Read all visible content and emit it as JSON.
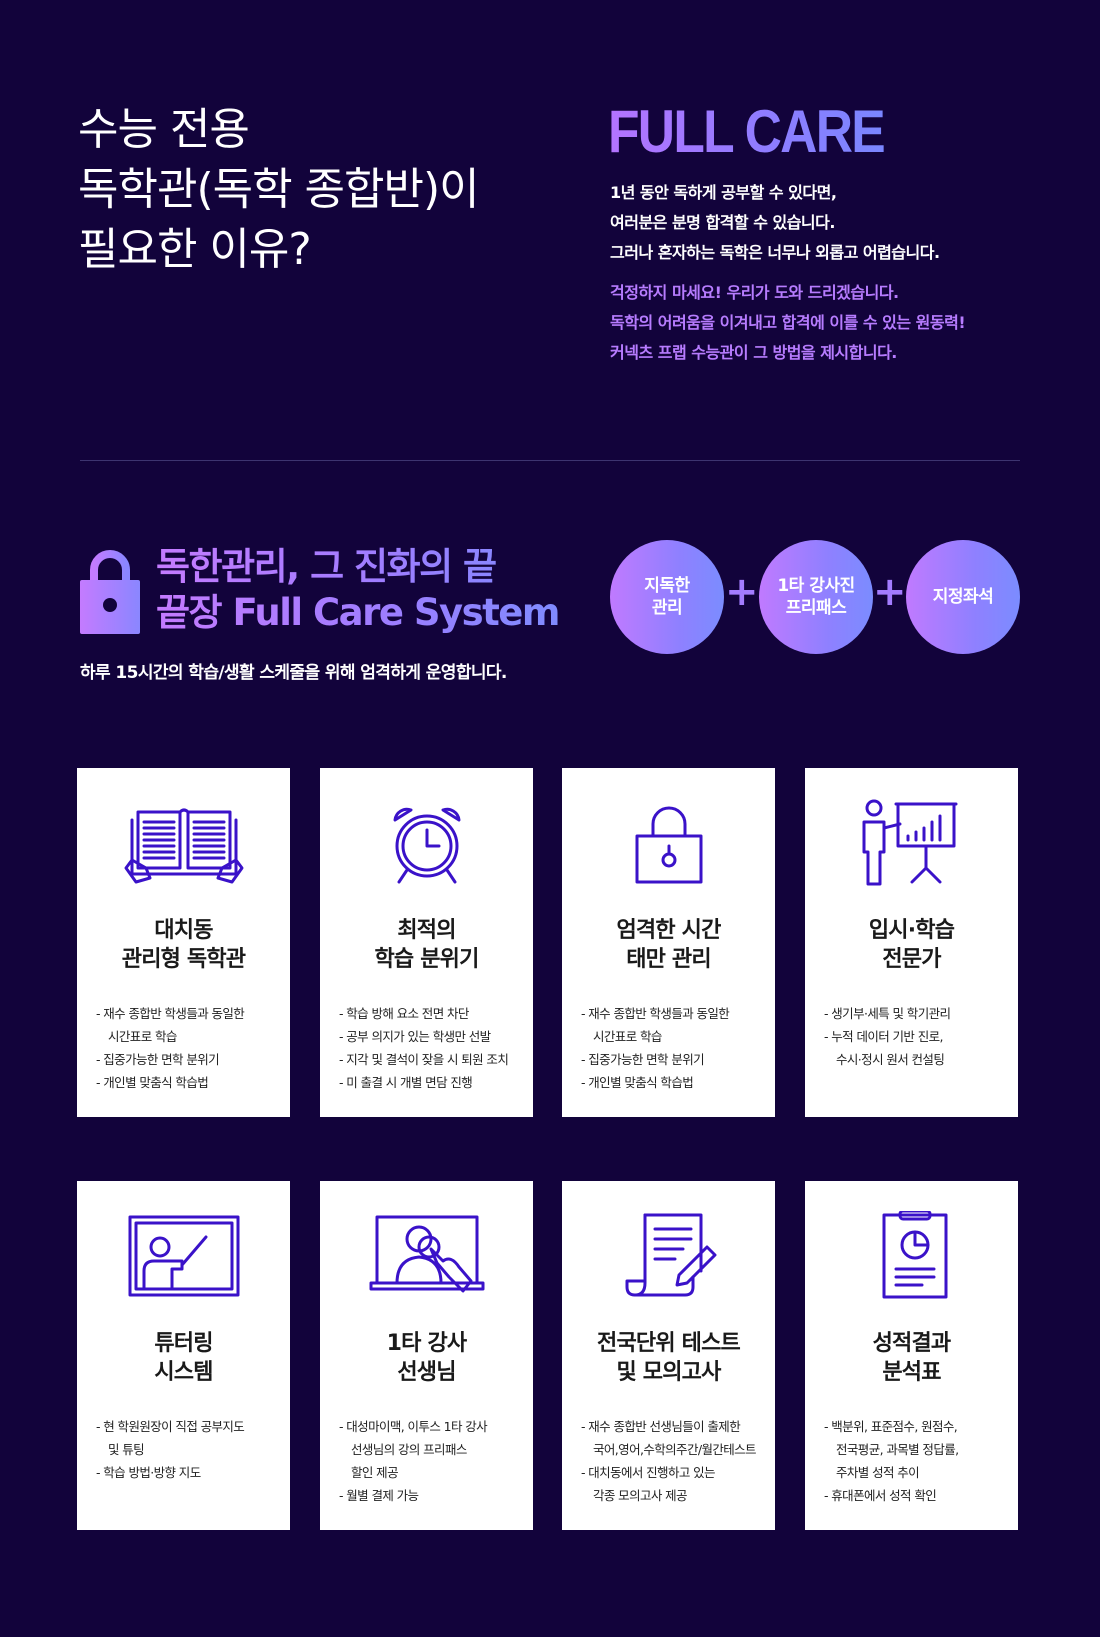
{
  "hero": {
    "title_lines": [
      "수능 전용",
      "독학관(독학 종합반)이",
      "필요한 이유?"
    ],
    "brand": "FULL CARE",
    "intro_lines": [
      "1년 동안 독하게 공부할 수 있다면,",
      "여러분은 분명 합격할 수 있습니다.",
      "그러나 혼자하는 독학은 너무나 외롭고 어렵습니다."
    ],
    "accent_lines": [
      "걱정하지 마세요! 우리가 도와 드리겠습니다.",
      "독학의 어려움을 이겨내고 합격에 이를 수 있는 원동력!",
      "커넥츠 프랩 수능관이 그 방법을 제시합니다."
    ]
  },
  "system": {
    "title_lines": [
      "독한관리, 그 진화의 끝",
      "끝장 Full Care System"
    ],
    "subtitle": "하루 15시간의 학습/생활 스케줄을 위해 엄격하게 운영합니다.",
    "circles": [
      {
        "lines": [
          "지독한",
          "관리"
        ]
      },
      {
        "lines": [
          "1타 강사진",
          "프리패스"
        ]
      },
      {
        "lines": [
          "지정좌석"
        ]
      }
    ],
    "plus": "+"
  },
  "cards": [
    {
      "icon": "open-book-icon",
      "title_lines": [
        "대치동",
        "관리형 독학관"
      ],
      "items": [
        "- 재수 종합반 학생들과 동일한",
        "시간표로 학습",
        "- 집중가능한 면학 분위기",
        "- 개인별 맞춤식 학습법"
      ]
    },
    {
      "icon": "alarm-clock-icon",
      "title_lines": [
        "최적의",
        "학습 분위기"
      ],
      "items": [
        "- 학습 방해 요소 전면 차단",
        "- 공부 의지가 있는 학생만 선발",
        "- 지각 및 결석이 잦을 시 퇴원 조치",
        "- 미 출결 시 개별 면담 진행"
      ]
    },
    {
      "icon": "padlock-icon",
      "title_lines": [
        "엄격한 시간",
        "태만 관리"
      ],
      "items": [
        "- 재수 종합반 학생들과 동일한",
        "시간표로 학습",
        "- 집중가능한 면학 분위기",
        "- 개인별 맞춤식 학습법"
      ]
    },
    {
      "icon": "presentation-icon",
      "title_lines": [
        "입시·학습",
        "전문가"
      ],
      "items": [
        "- 생기부·세특 및 학기관리",
        "- 누적 데이터 기반 진로,",
        "수시·정시 원서 컨설팅"
      ]
    },
    {
      "icon": "blackboard-teacher-icon",
      "title_lines": [
        "튜터링",
        "시스템"
      ],
      "items": [
        "- 현 학원원장이 직접 공부지도",
        "및 튜팅",
        "- 학습 방법·방향 지도"
      ]
    },
    {
      "icon": "online-lecture-icon",
      "title_lines": [
        "1타 강사",
        "선생님"
      ],
      "items": [
        "- 대성마이맥, 이투스 1타 강사",
        "선생님의 강의 프리패스",
        "할인 제공",
        "- 월별 결제 가능"
      ]
    },
    {
      "icon": "test-paper-icon",
      "title_lines": [
        "전국단위 테스트",
        "및 모의고사"
      ],
      "items": [
        "- 재수 종합반 선생님들이 출제한",
        "국어,영어,수학의주간/월간테스트",
        "- 대치동에서 진행하고 있는",
        "각종 모의고사 제공"
      ]
    },
    {
      "icon": "report-clipboard-icon",
      "title_lines": [
        "성적결과",
        "분석표"
      ],
      "items": [
        "- 백분위, 표준점수, 원점수,",
        "전국평균, 과목별 정답률,",
        "주차별 성적 추이",
        "- 휴대폰에서 성적 확인"
      ]
    }
  ],
  "colors": {
    "background": "#12033b",
    "accent_purple": "#b77cff",
    "icon_stroke": "#3a12c9",
    "card": "#ffffff"
  }
}
